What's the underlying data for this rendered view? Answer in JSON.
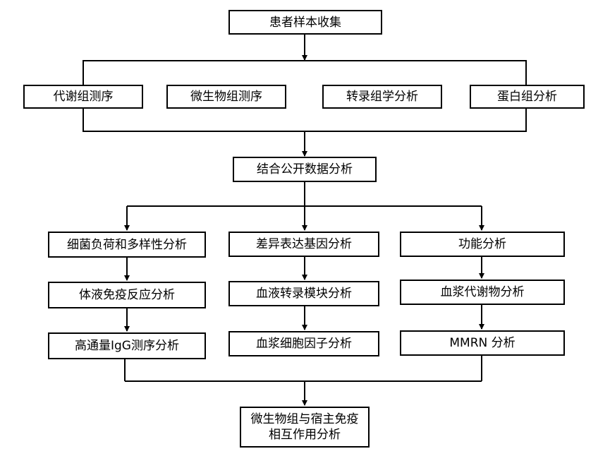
{
  "nodes": {
    "sample_collection": "患者样本收集",
    "metabolome_seq": "代谢组测序",
    "microbiome_seq": "微生物组测序",
    "transcriptome": "转录组学分析",
    "proteome": "蛋白组分析",
    "public_data": "结合公开数据分析",
    "bacterial_load": "细菌负荷和多样性分析",
    "humoral_immune": "体液免疫反应分析",
    "igg_seq": "高通量IgG测序分析",
    "deg_analysis": "差异表达基因分析",
    "blood_module": "血液转录模块分析",
    "cytokine": "血浆细胞因子分析",
    "functional": "功能分析",
    "plasma_metabolite": "血浆代谢物分析",
    "mmrn": "MMRN 分析",
    "final": "微生物组与宿主免疫相互作用分析"
  },
  "colors": {
    "line": "#000000",
    "box_border": "#000000",
    "text": "#000000"
  }
}
